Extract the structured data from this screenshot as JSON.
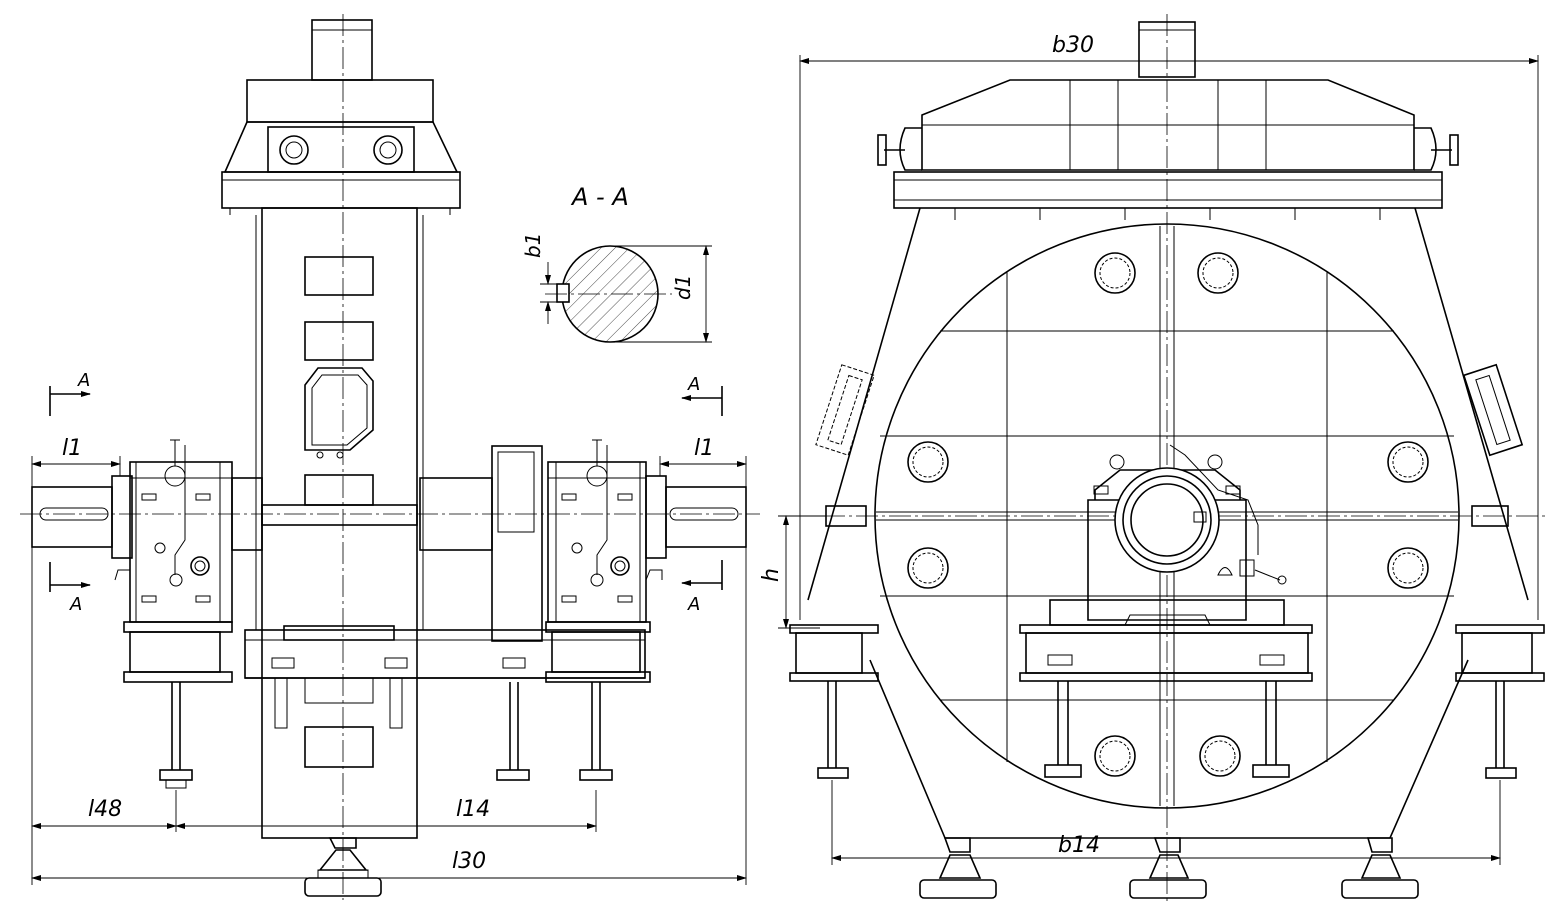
{
  "labels": {
    "section_title": "A - A",
    "section_mark": "A",
    "dim_l1": "l1",
    "dim_l48": "l48",
    "dim_l14": "l14",
    "dim_l30": "l30",
    "dim_b30": "b30",
    "dim_b14": "b14",
    "dim_h": "h",
    "dim_b1": "b1",
    "dim_d1": "d1"
  },
  "colors": {
    "line": "#000000",
    "paper": "#ffffff"
  }
}
